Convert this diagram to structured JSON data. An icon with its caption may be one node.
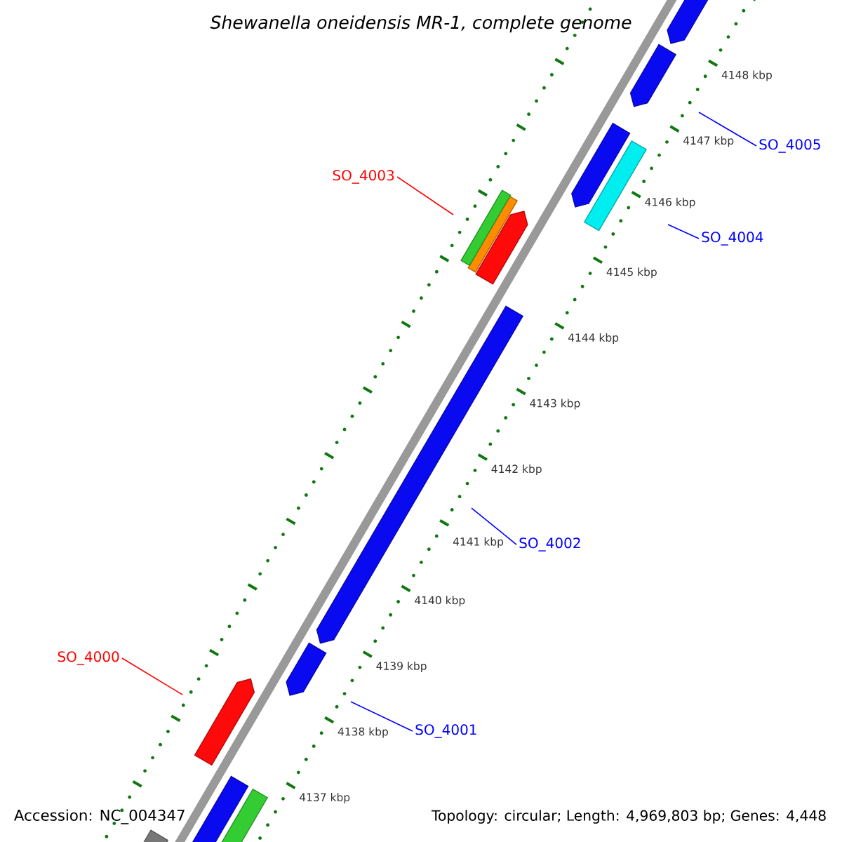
{
  "diagram": {
    "title": "Shewanella oneidensis MR-1, complete genome",
    "nodes": [
      {
        "text": [
          "SO_4005"
        ]
      },
      {
        "text": [
          "SO_4003"
        ]
      },
      {
        "text": [
          "SO_4004"
        ]
      },
      {
        "text": [
          "SO_4002"
        ]
      },
      {
        "text": [
          "SO_4000"
        ]
      },
      {
        "text": [
          "SO_4001"
        ]
      }
    ],
    "edges": [
      {
        "from": 0,
        "to": null,
        "arrow": "none"
      },
      {
        "from": 1,
        "to": null,
        "arrow": "none",
        "color": "#ff0000"
      },
      {
        "from": 2,
        "to": null,
        "arrow": "none"
      },
      {
        "from": 3,
        "to": null,
        "arrow": "none"
      },
      {
        "from": 4,
        "to": null,
        "arrow": "none",
        "color": "#ff0000"
      },
      {
        "from": 5,
        "to": null,
        "arrow": "none"
      }
    ],
    "labels": [
      "4148 kbp",
      "4147 kbp",
      "4146 kbp",
      "4145 kbp",
      "4144 kbp",
      "4143 kbp",
      "4142 kbp",
      "4141 kbp",
      "4140 kbp",
      "4139 kbp",
      "4138 kbp",
      "4137 kbp",
      "Accession: NC_004347",
      "Topology: circular; Length: 4,969,803 bp; Genes: 4,448"
    ]
  }
}
